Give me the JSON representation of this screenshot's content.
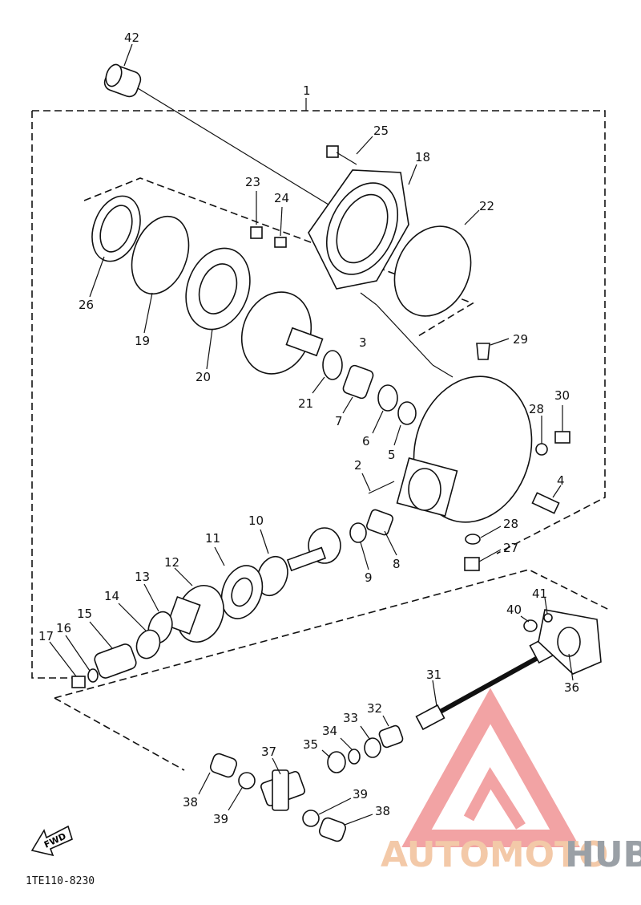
{
  "labels": {
    "p42": "42",
    "p1": "1",
    "p25": "25",
    "p18": "18",
    "p23": "23",
    "p24": "24",
    "p22": "22",
    "p26": "26",
    "p19": "19",
    "p20": "20",
    "p3": "3",
    "p29": "29",
    "p21": "21",
    "p7": "7",
    "p6": "6",
    "p5": "5",
    "p28a": "28",
    "p30": "30",
    "p2": "2",
    "p4": "4",
    "p10": "10",
    "p11": "11",
    "p12": "12",
    "p13": "13",
    "p9": "9",
    "p8": "8",
    "p28b": "28",
    "p27": "27",
    "p14": "14",
    "p15": "15",
    "p16": "16",
    "p17": "17",
    "p40": "40",
    "p41": "41",
    "p36": "36",
    "p31": "31",
    "p32": "32",
    "p33": "33",
    "p34": "34",
    "p35": "35",
    "p37": "37",
    "p38a": "38",
    "p39a": "39",
    "p39b": "39",
    "p38b": "38"
  },
  "fwd_label": "FWD",
  "drawing_code": "1TE110-8230",
  "watermark": {
    "part1": "AUTOMOTO",
    "part2": "HUB",
    "color1": "#f3c9a8",
    "color2": "#9aa0a6",
    "logo_color": "#e8585a"
  }
}
